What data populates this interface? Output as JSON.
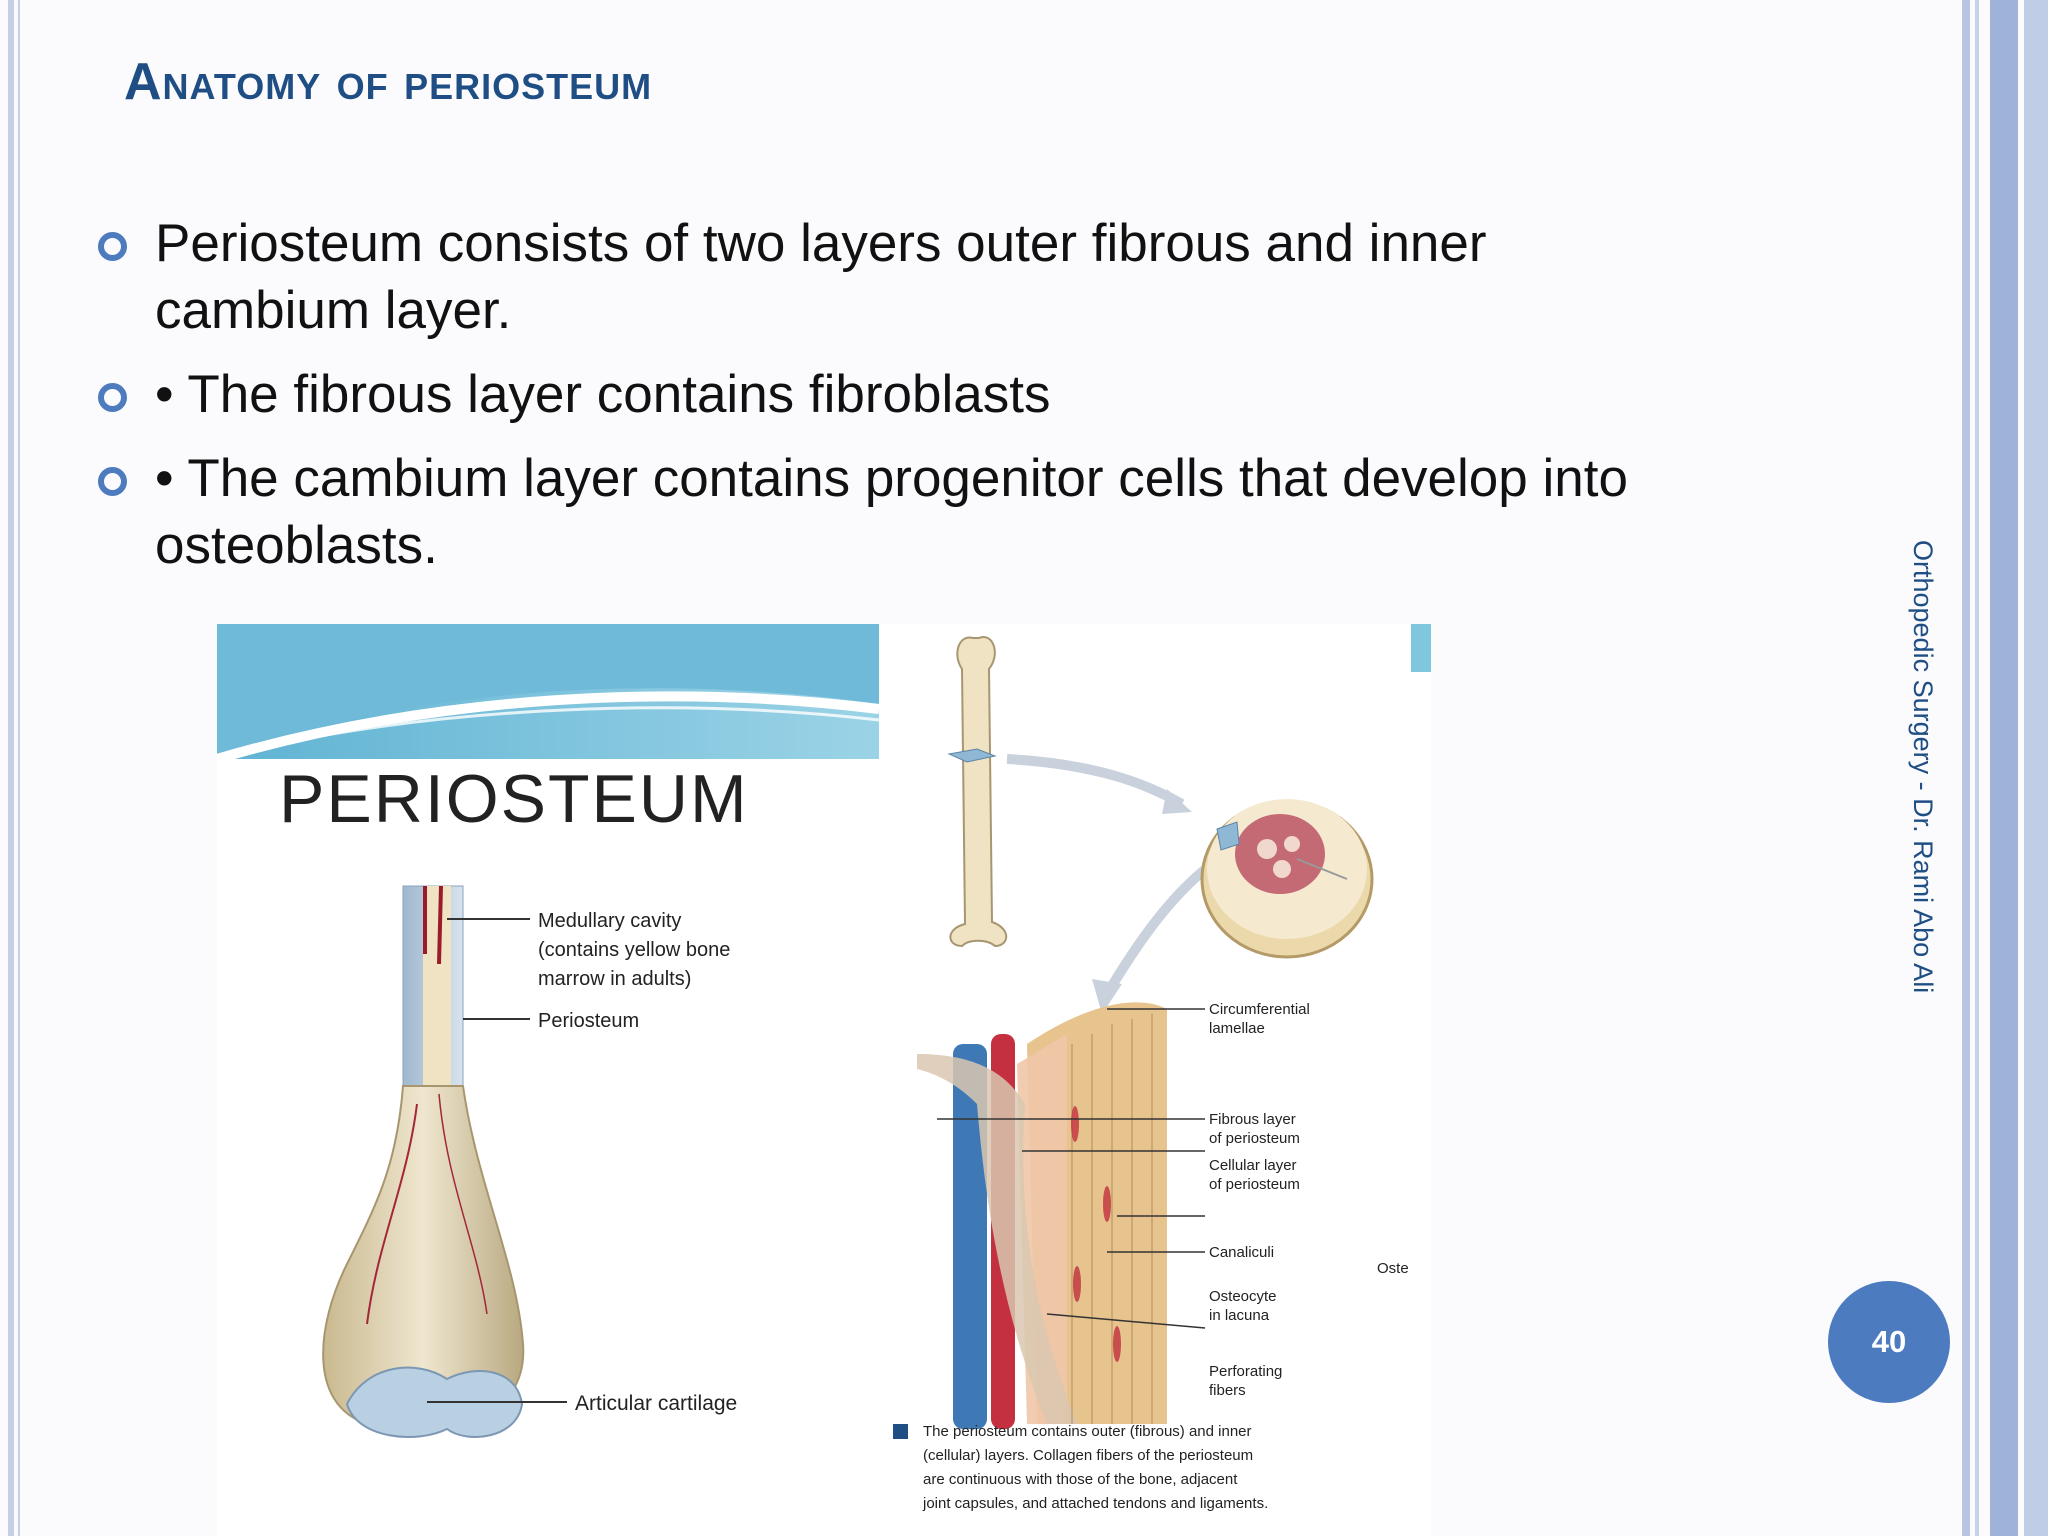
{
  "slide": {
    "title": "Anatomy of periosteum",
    "bullets": [
      "Periosteum consists of two layers outer fibrous and inner cambium layer.",
      "• The fibrous layer contains fibroblasts",
      "• The cambium layer contains progenitor cells that develop into osteoblasts."
    ],
    "side_text": "Orthopedic Surgery - Dr. Rami Abo Ali",
    "page_number": "40"
  },
  "figure": {
    "heading": "PERIOSTEUM",
    "left_labels": {
      "medullary_1": "Medullary cavity",
      "medullary_2": "(contains yellow bone",
      "medullary_3": "marrow in adults)",
      "periosteum": "Periosteum",
      "articular": "Articular cartilage"
    },
    "right_labels": {
      "circ_1": "Circumferential",
      "circ_2": "lamellae",
      "fibrous_1": "Fibrous layer",
      "fibrous_2": "of periosteum",
      "cellular_1": "Cellular layer",
      "cellular_2": "of periosteum",
      "canaliculi": "Canaliculi",
      "osteocyte_1": "Osteocyte",
      "osteocyte_2": "in lacuna",
      "perforating_1": "Perforating",
      "perforating_2": "fibers",
      "cut_label": "Oste"
    },
    "caption": [
      "The periosteum contains outer (fibrous) and inner",
      "(cellular) layers. Collagen fibers of the periosteum",
      "are continuous with those of the bone, adjacent",
      "joint capsules, and attached tendons and ligaments."
    ],
    "colors": {
      "accent": "#1f4e84",
      "bullet": "#4d7bbd",
      "banner": "#7fc7dd"
    }
  }
}
